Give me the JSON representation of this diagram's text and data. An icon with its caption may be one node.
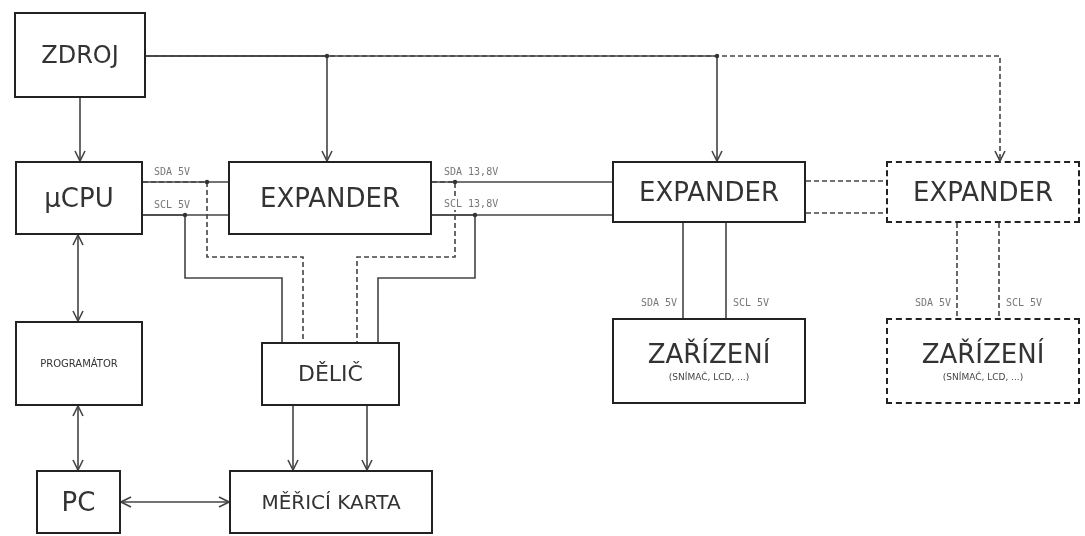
{
  "diagram": {
    "nodes": [
      {
        "text": [
          "ZDROJ"
        ]
      },
      {
        "text": [
          "μCPU"
        ]
      },
      {
        "text": [
          "EXPANDER"
        ]
      },
      {
        "text": [
          "EXPANDER"
        ]
      },
      {
        "text": [
          "EXPANDER"
        ]
      },
      {
        "text": [
          "PROGRAMÁTOR"
        ]
      },
      {
        "text": [
          "DĚLIČ"
        ]
      },
      {
        "text": [
          "ZAŘÍZENÍ",
          "(SNÍMAČ, LCD, ...)"
        ]
      },
      {
        "text": [
          "ZAŘÍZENÍ",
          "(SNÍMAČ, LCD, ...)"
        ]
      },
      {
        "text": [
          "PC"
        ]
      },
      {
        "text": [
          "MĚŘICÍ KARTA"
        ]
      }
    ],
    "edges": [
      {
        "from": 0,
        "to": 1,
        "arrow": "to"
      },
      {
        "from": 0,
        "to": 2,
        "arrow": "to"
      },
      {
        "from": 0,
        "to": 3,
        "arrow": "to"
      },
      {
        "from": 0,
        "to": 4,
        "arrow": "to",
        "style": "dashed"
      },
      {
        "from": 1,
        "to": 2,
        "arrow": "none",
        "label": "SDA 5V"
      },
      {
        "from": 1,
        "to": 2,
        "arrow": "none",
        "label": "SCL 5V"
      },
      {
        "from": 2,
        "to": 3,
        "arrow": "none",
        "label": "SDA 13,8V"
      },
      {
        "from": 2,
        "to": 3,
        "arrow": "none",
        "label": "SCL 13,8V"
      },
      {
        "from": 3,
        "to": 4,
        "arrow": "none",
        "style": "dashed"
      },
      {
        "from": 3,
        "to": 4,
        "arrow": "none",
        "style": "dashed"
      },
      {
        "from": 3,
        "to": 7,
        "arrow": "none",
        "label": "SDA 5V"
      },
      {
        "from": 3,
        "to": 7,
        "arrow": "none",
        "label": "SCL 5V"
      },
      {
        "from": 4,
        "to": 8,
        "arrow": "none",
        "style": "dashed",
        "label": "SDA 5V"
      },
      {
        "from": 4,
        "to": 8,
        "arrow": "none",
        "style": "dashed",
        "label": "SCL 5V"
      },
      {
        "from": 1,
        "to": 6,
        "arrow": "none",
        "style": "dashed"
      },
      {
        "from": 1,
        "to": 6,
        "arrow": "none"
      },
      {
        "from": 2,
        "to": 6,
        "arrow": "none",
        "style": "dashed"
      },
      {
        "from": 2,
        "to": 6,
        "arrow": "none"
      },
      {
        "from": 1,
        "to": 5,
        "arrow": "both"
      },
      {
        "from": 5,
        "to": 9,
        "arrow": "both"
      },
      {
        "from": 9,
        "to": 10,
        "arrow": "both"
      },
      {
        "from": 6,
        "to": 10,
        "arrow": "to"
      },
      {
        "from": 6,
        "to": 10,
        "arrow": "to"
      }
    ]
  }
}
